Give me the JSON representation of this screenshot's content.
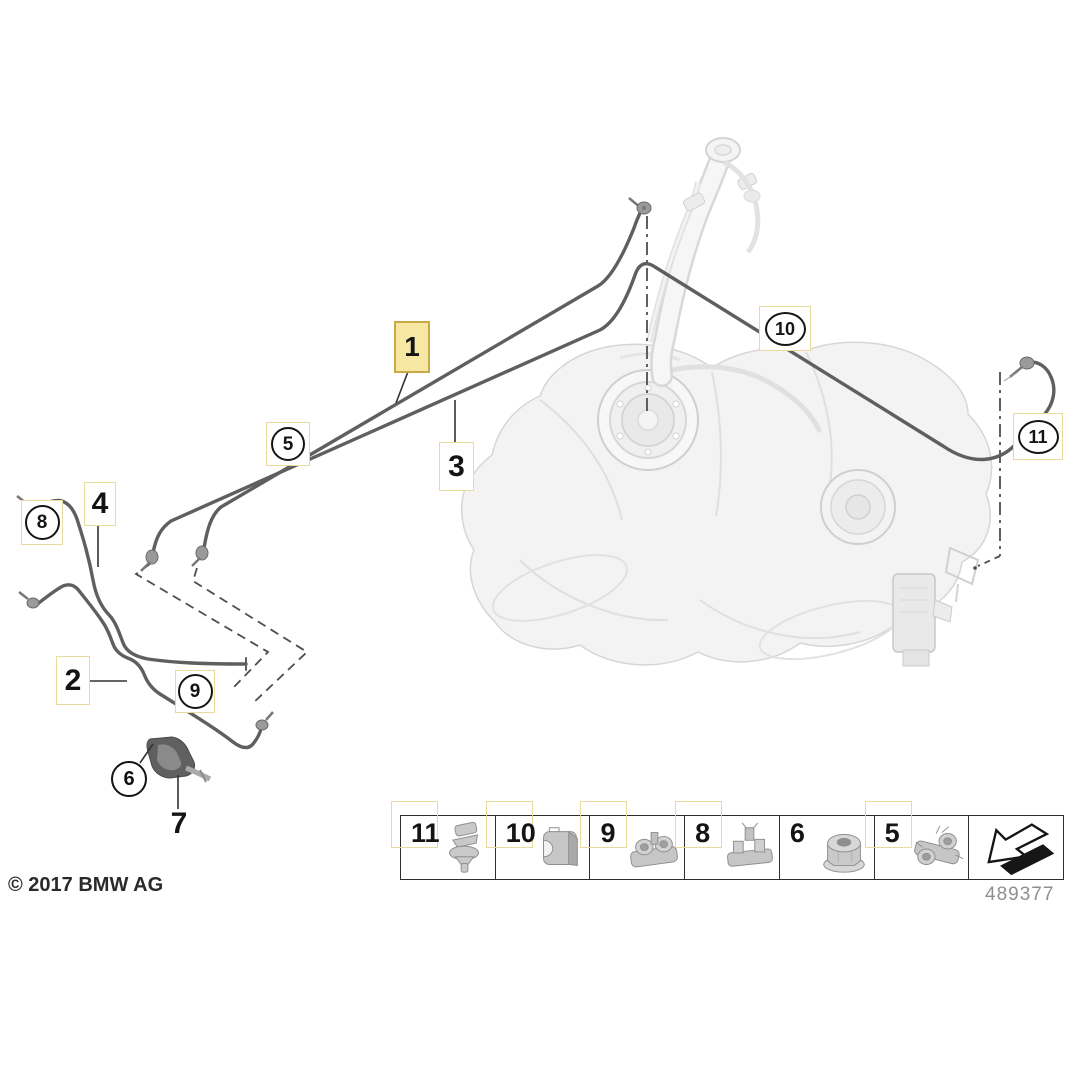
{
  "diagram": {
    "title_hint": "BMW fuel pipe / fuel tank parts diagram",
    "footer": {
      "copyright": "© 2017 BMW AG",
      "diagram_number": "489377"
    },
    "callouts": {
      "p1": {
        "label": "1",
        "style": "highlighted-box"
      },
      "p2": {
        "label": "2",
        "style": "box"
      },
      "p3": {
        "label": "3",
        "style": "box"
      },
      "p4": {
        "label": "4",
        "style": "box"
      },
      "p5": {
        "label": "5",
        "style": "circled-box"
      },
      "p6": {
        "label": "6",
        "style": "circled"
      },
      "p7": {
        "label": "7",
        "style": "plain"
      },
      "p8": {
        "label": "8",
        "style": "circled-box"
      },
      "p9": {
        "label": "9",
        "style": "circled-box"
      },
      "p10": {
        "label": "10",
        "style": "circled-box"
      },
      "p11": {
        "label": "11",
        "style": "circled-box"
      }
    },
    "legend": {
      "items": [
        {
          "num": "11",
          "icon": "expanding-rivet-icon",
          "framed": true
        },
        {
          "num": "10",
          "icon": "hose-clamp-icon",
          "framed": true
        },
        {
          "num": "9",
          "icon": "line-bracket-icon",
          "framed": true
        },
        {
          "num": "8",
          "icon": "line-bracket-clip-icon",
          "framed": true
        },
        {
          "num": "6",
          "icon": "cap-nut-icon",
          "framed": false
        },
        {
          "num": "5",
          "icon": "holder-bracket-icon",
          "framed": true
        }
      ],
      "arrow_cell": {
        "icon": "direction-arrow-icon"
      }
    },
    "colors": {
      "highlight_fill": "#F6E7A3",
      "highlight_border": "#C9A947",
      "callout_frame": "#EADB9C",
      "pipe": "#5F5F5F",
      "tank_outline": "#D6D6D6",
      "part_number_text": "#8F8F8F"
    }
  }
}
